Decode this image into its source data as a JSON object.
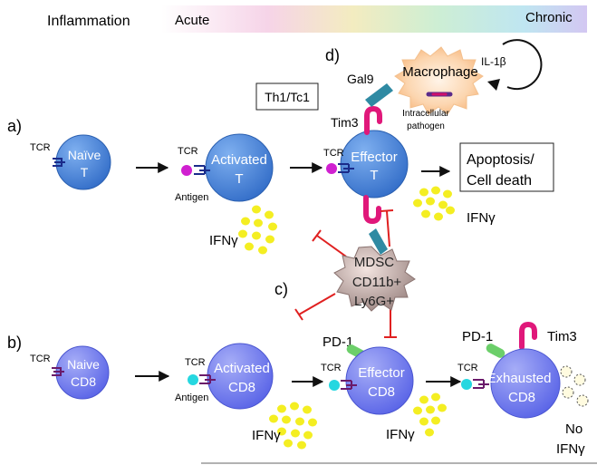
{
  "header": {
    "inflammation_label": "Inflammation",
    "acute_label": "Acute",
    "chronic_label": "Chronic"
  },
  "panel_labels": {
    "a": "a)",
    "b": "b)",
    "c": "c)",
    "d": "d)"
  },
  "row_a": {
    "tcr_label": "TCR",
    "naive_line1": "Naïve",
    "naive_line2": "T",
    "activated_line1": "Activated",
    "activated_line2": "T",
    "antigen_label": "Antigen",
    "ifng_label": "IFNγ",
    "th1_box": "Th1/Tc1",
    "tim3_label": "Tim3",
    "effector_line1": "Effector",
    "effector_line2": "T",
    "apoptosis_line1": "Apoptosis/",
    "apoptosis_line2": "Cell death",
    "ifng_label2": "IFNγ"
  },
  "macrophage": {
    "gal9_label": "Gal9",
    "name": "Macrophage",
    "il1b_label": "IL-1β",
    "pathogen_line1": "Intracellular",
    "pathogen_line2": "pathogen"
  },
  "mdsc": {
    "line1": "MDSC",
    "line2": "CD11b+",
    "line3": "Ly6G+"
  },
  "row_b": {
    "tcr_label": "TCR",
    "naive_line1": "Naive",
    "naive_line2": "CD8",
    "activated_line1": "Activated",
    "activated_line2": "CD8",
    "antigen_label": "Antigen",
    "ifng_label": "IFNγ",
    "pd1_label": "PD-1",
    "effector_line1": "Effector",
    "effector_line2": "CD8",
    "ifng_label2": "IFNγ",
    "pd1_label2": "PD-1",
    "tim3_label": "Tim3",
    "exhausted_line1": "Exhausted",
    "exhausted_line2": "CD8",
    "no_ifng_line1": "No",
    "no_ifng_line2": "IFNγ"
  },
  "colors": {
    "t_cell": "#3f7fd8",
    "cd8_cell": "#6f79ee",
    "inhibit": "#e02020",
    "tim3": "#e0187a",
    "gal9": "#2f8aa3",
    "pd1": "#6ccf6a",
    "ifng": "#f4ee22",
    "antigen_a": "#d020d0",
    "antigen_b": "#26d7e0"
  }
}
